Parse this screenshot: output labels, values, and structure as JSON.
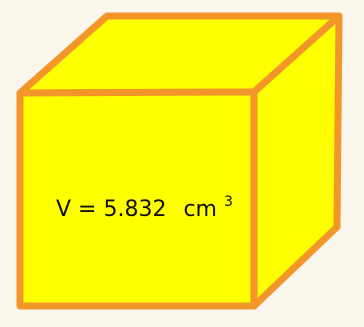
{
  "figure": {
    "volume_label": "V = 5.832",
    "unit_label": "cm",
    "unit_exponent": "3"
  },
  "colors": {
    "background": "#fcf7ec",
    "face_fill": "#ffff00",
    "edge_stroke": "#f3962a",
    "text": "#111111"
  }
}
